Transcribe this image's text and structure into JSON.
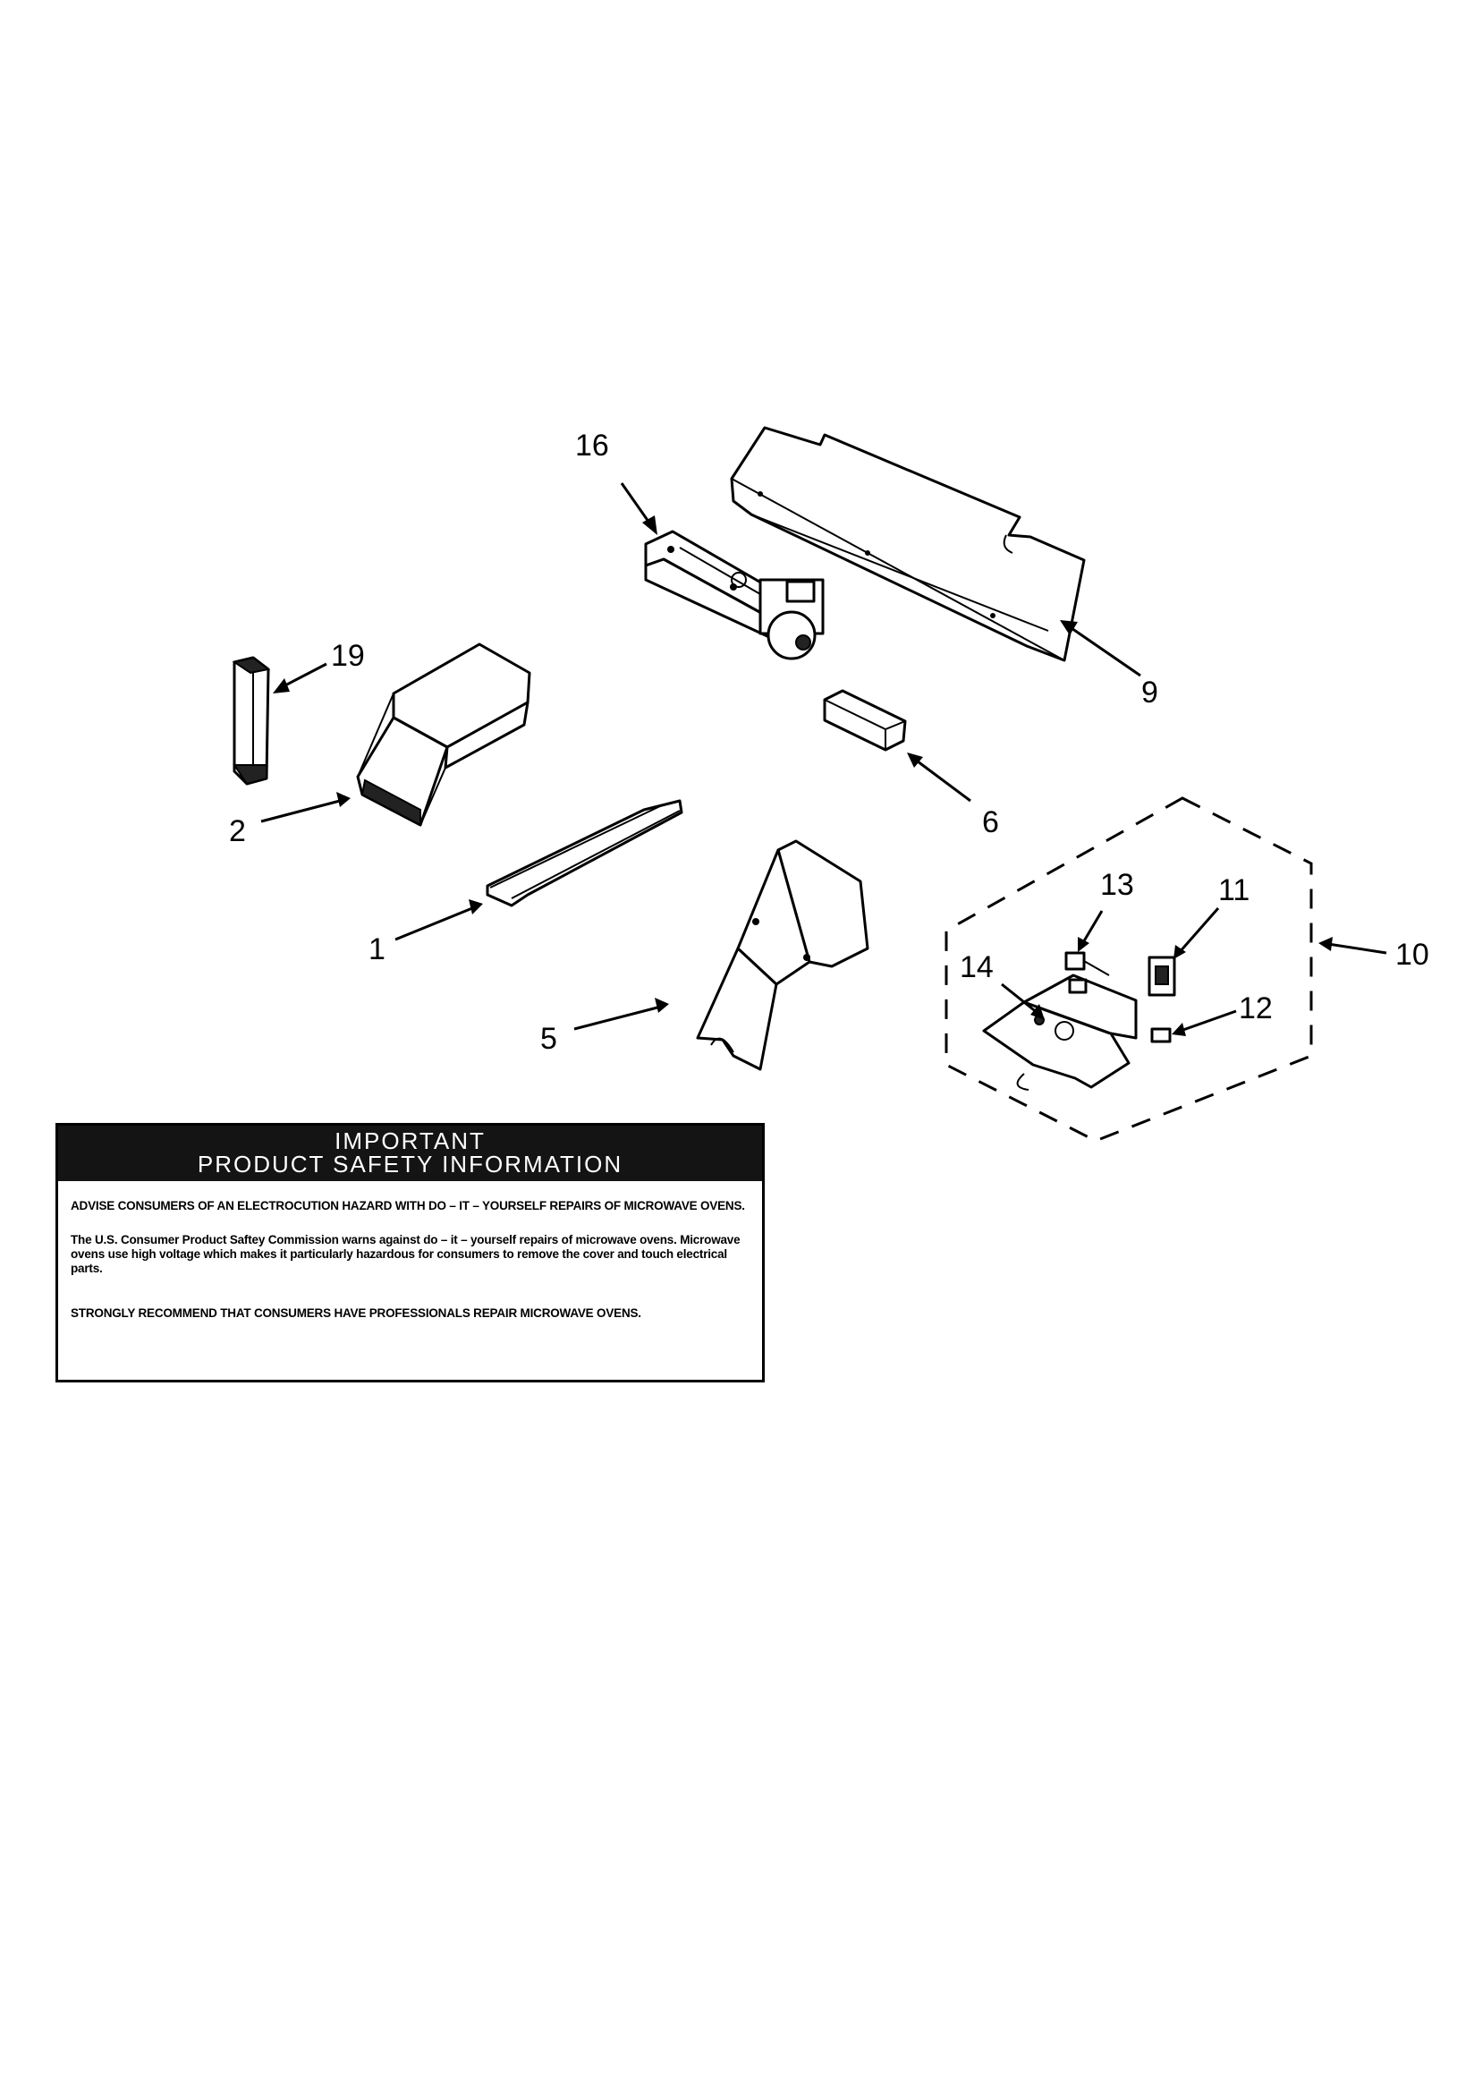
{
  "callouts": {
    "c16": "16",
    "c9": "9",
    "c19": "19",
    "c2": "2",
    "c6": "6",
    "c1": "1",
    "c13": "13",
    "c11": "11",
    "c10": "10",
    "c14": "14",
    "c12": "12",
    "c5": "5"
  },
  "safety": {
    "title_line1": "IMPORTANT",
    "title_line2": "PRODUCT  SAFETY  INFORMATION",
    "p1": "ADVISE CONSUMERS OF AN ELECTROCUTION HAZARD WITH DO – IT – YOURSELF REPAIRS OF MICROWAVE OVENS.",
    "p2": "The U.S. Consumer Product Saftey Commission warns against do – it – yourself repairs of microwave ovens. Microwave ovens use high voltage which makes it particularly hazardous for consumers to remove the cover and touch electrical parts.",
    "p3": "STRONGLY RECOMMEND THAT CONSUMERS HAVE PROFESSIONALS REPAIR MICROWAVE OVENS."
  }
}
